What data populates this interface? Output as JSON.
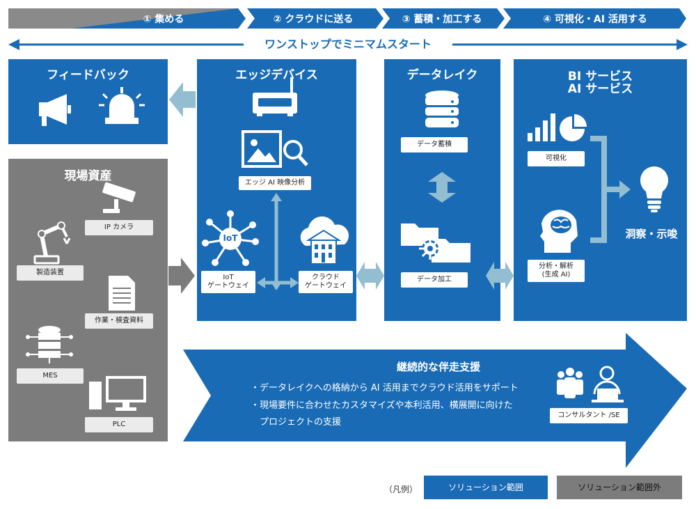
{
  "steps": [
    {
      "label": "① 集める"
    },
    {
      "label": "② クラウドに送る"
    },
    {
      "label": "③ 蓄積・加工する"
    },
    {
      "label": "④ 可視化・AI 活用する"
    }
  ],
  "onestop_label": "ワンストップでミニマムスタート",
  "feedback": {
    "title": "フィードバック",
    "icons": [
      "megaphone-icon",
      "alarm-light-icon"
    ]
  },
  "field_assets": {
    "title": "現場資産",
    "items": [
      "IP カメラ",
      "製造装置",
      "作業・検査資料",
      "MES",
      "PLC"
    ]
  },
  "edge": {
    "title": "エッジデバイス",
    "video_ai": "エッジ AI 映像分析",
    "iot_gateway": [
      "IoT",
      "ゲートウェイ"
    ],
    "cloud_gateway": [
      "クラウド",
      "ゲートウェイ"
    ],
    "iot_icon_text": "IoT"
  },
  "datalake": {
    "title": "データレイク",
    "storage": "データ蓄積",
    "processing": "データ加工"
  },
  "bi": {
    "title_lines": [
      "BI サービス",
      "AI サービス"
    ],
    "visualize": "可視化",
    "analysis": [
      "分析・解析",
      "(生成 AI)"
    ],
    "insight": "洞察・示唆"
  },
  "support": {
    "title": "継続的な伴走支援",
    "bullets": [
      "・データレイクへの格納から AI 活用までクラウド活用をサポート",
      "・現場要件に合わせたカスタマイズや本利活用、横展開に向けた",
      "　プロジェクトの支援"
    ],
    "consultant": "コンサルタント /SE"
  },
  "legend": {
    "prefix": "（凡例）",
    "in_scope": "ソリューション範囲",
    "out_scope": "ソリューション範囲外"
  },
  "colors": {
    "blue": "#1a6bb5",
    "gray": "#7c7c7c",
    "light_blue": "#93bdd1"
  }
}
